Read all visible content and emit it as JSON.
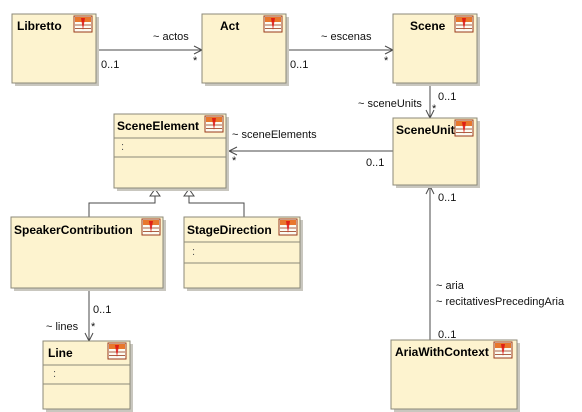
{
  "classes": {
    "libretto": {
      "name": "Libretto"
    },
    "act": {
      "name": "Act"
    },
    "scene": {
      "name": "Scene"
    },
    "scene_unit": {
      "name": "SceneUnit"
    },
    "scene_element": {
      "name": "SceneElement",
      "attr_placeholder": ":"
    },
    "speaker_contribution": {
      "name": "SpeakerContribution"
    },
    "stage_direction": {
      "name": "StageDirection",
      "attr_placeholder": ":"
    },
    "line": {
      "name": "Line",
      "attr_placeholder": ":"
    },
    "aria_with_context": {
      "name": "AriaWithContext"
    }
  },
  "associations": {
    "libretto_act": {
      "role": "~ actos",
      "source_mult": "0..1",
      "target_mult": "*"
    },
    "act_scene": {
      "role": "~ escenas",
      "source_mult": "0..1",
      "target_mult": "*"
    },
    "scene_sceneunit": {
      "role": "~ sceneUnits",
      "source_mult": "0..1",
      "target_mult": "*"
    },
    "sceneunit_sceneelement": {
      "role": "~ sceneElements",
      "source_mult": "0..1",
      "target_mult": "*"
    },
    "speaker_line": {
      "role": "~ lines",
      "source_mult": "0..1",
      "target_mult": "*"
    },
    "aria_sceneunit": {
      "role_1": "~ aria",
      "role_2": "~ recitativesPrecedingAria",
      "source_mult": "0..1",
      "target_mult": "0..1"
    }
  },
  "colors": {
    "class_fill": "#fdf3cf",
    "class_border": "#8c8a78",
    "edge": "#4a4a4a"
  },
  "icons": {
    "class_icon": "uml-class-icon"
  }
}
